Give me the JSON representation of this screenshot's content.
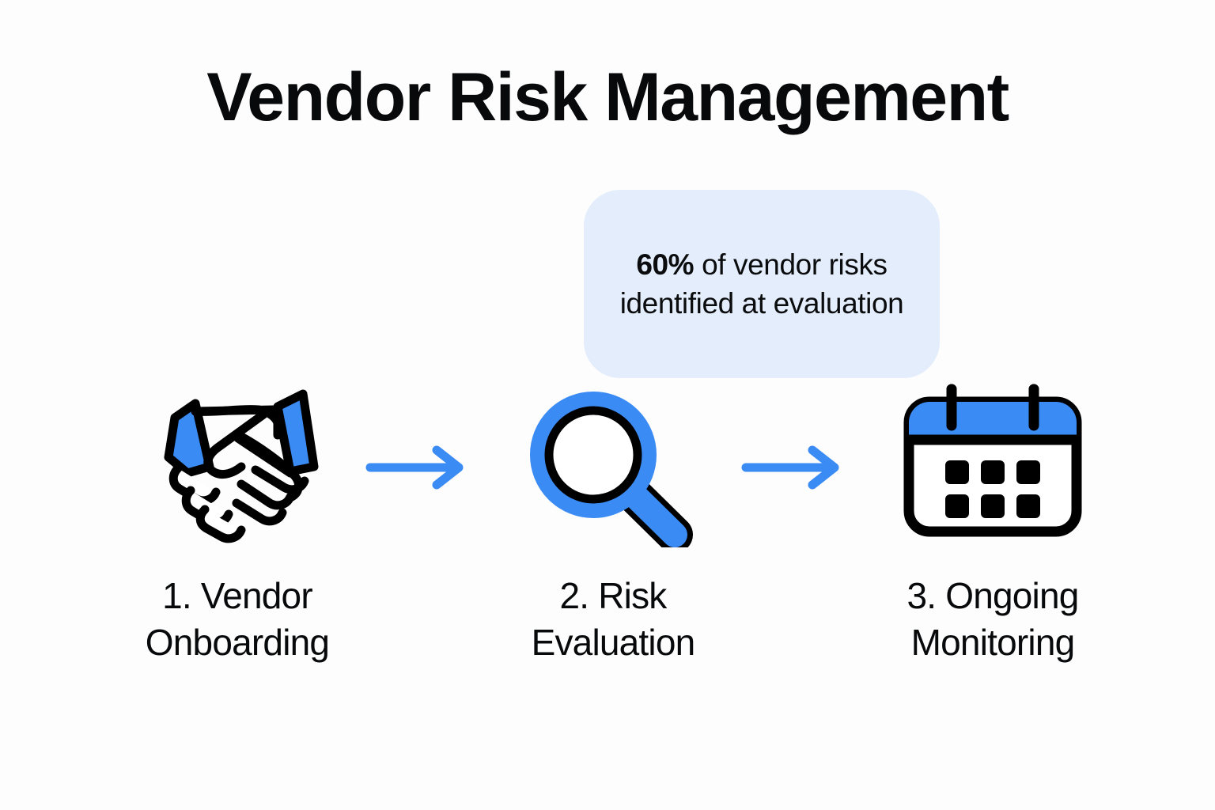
{
  "page": {
    "title": "Vendor Risk Management",
    "background_color": "#fdfdfd"
  },
  "colors": {
    "accent_blue": "#3b8bf5",
    "callout_background": "#e3edfb",
    "outline_black": "#000000",
    "text_black": "#08090a"
  },
  "callout": {
    "highlight": "60%",
    "text_after_highlight": " of vendor risks identified at evaluation",
    "full_text": "60% of vendor risks identified at evaluation"
  },
  "steps": [
    {
      "icon": "handshake-icon",
      "label_line_1": "1. Vendor",
      "label_line_2": "Onboarding",
      "label": "1. Vendor Onboarding",
      "number": "1"
    },
    {
      "icon": "magnifying-glass-icon",
      "label_line_1": "2. Risk",
      "label_line_2": "Evaluation",
      "label": "2. Risk Evaluation",
      "number": "2"
    },
    {
      "icon": "calendar-icon",
      "label_line_1": "3. Ongoing",
      "label_line_2": "Monitoring",
      "label": "3. Ongoing Monitoring",
      "number": "3"
    }
  ],
  "connectors": [
    {
      "icon": "arrow-right-icon"
    },
    {
      "icon": "arrow-right-icon"
    }
  ]
}
